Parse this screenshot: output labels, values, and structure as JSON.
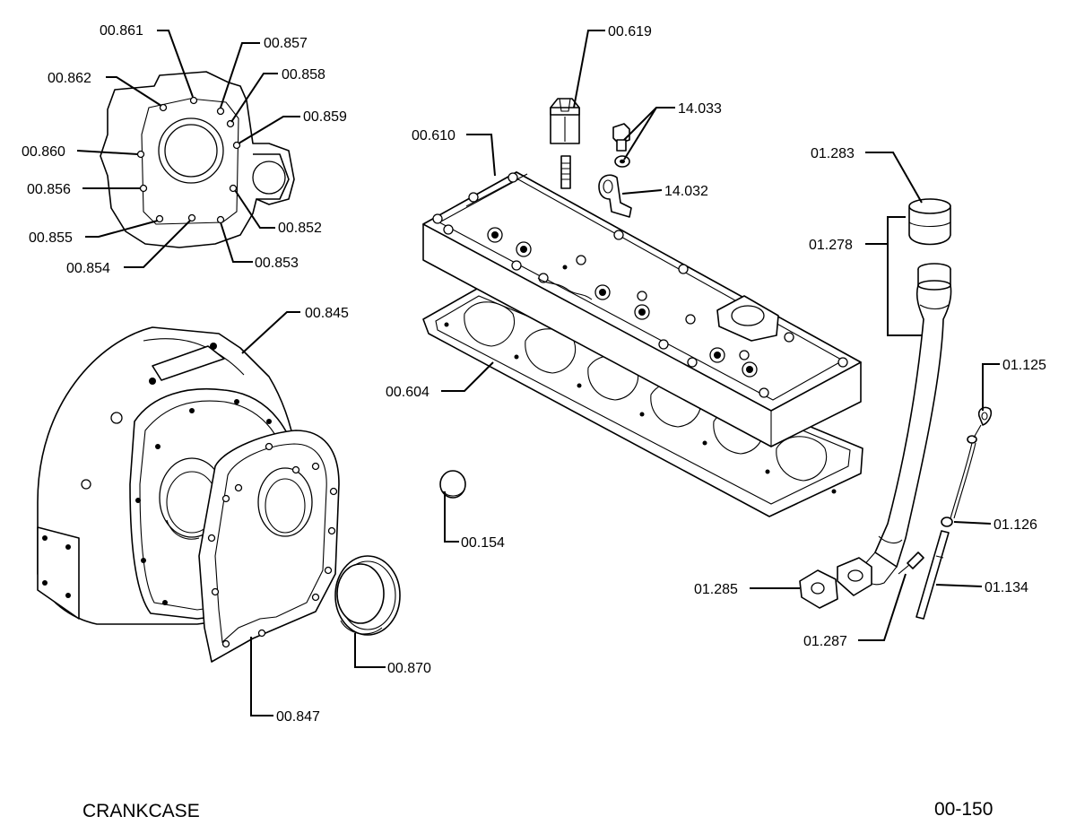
{
  "title": "CRANKCASE",
  "page_number": "00-150",
  "parts": {
    "p00861": "00.861",
    "p00857": "00.857",
    "p00862": "00.862",
    "p00858": "00.858",
    "p00859": "00.859",
    "p00860": "00.860",
    "p00856": "00.856",
    "p00852": "00.852",
    "p00855": "00.855",
    "p00853": "00.853",
    "p00854": "00.854",
    "p00619": "00.619",
    "p14033": "14.033",
    "p00610": "00.610",
    "p14032": "14.032",
    "p01283": "01.283",
    "p01278": "01.278",
    "p00845": "00.845",
    "p01125": "01.125",
    "p00604": "00.604",
    "p00154": "00.154",
    "p01126": "01.126",
    "p01285": "01.285",
    "p01134": "01.134",
    "p01287": "01.287",
    "p00870": "00.870",
    "p00847": "00.847"
  }
}
